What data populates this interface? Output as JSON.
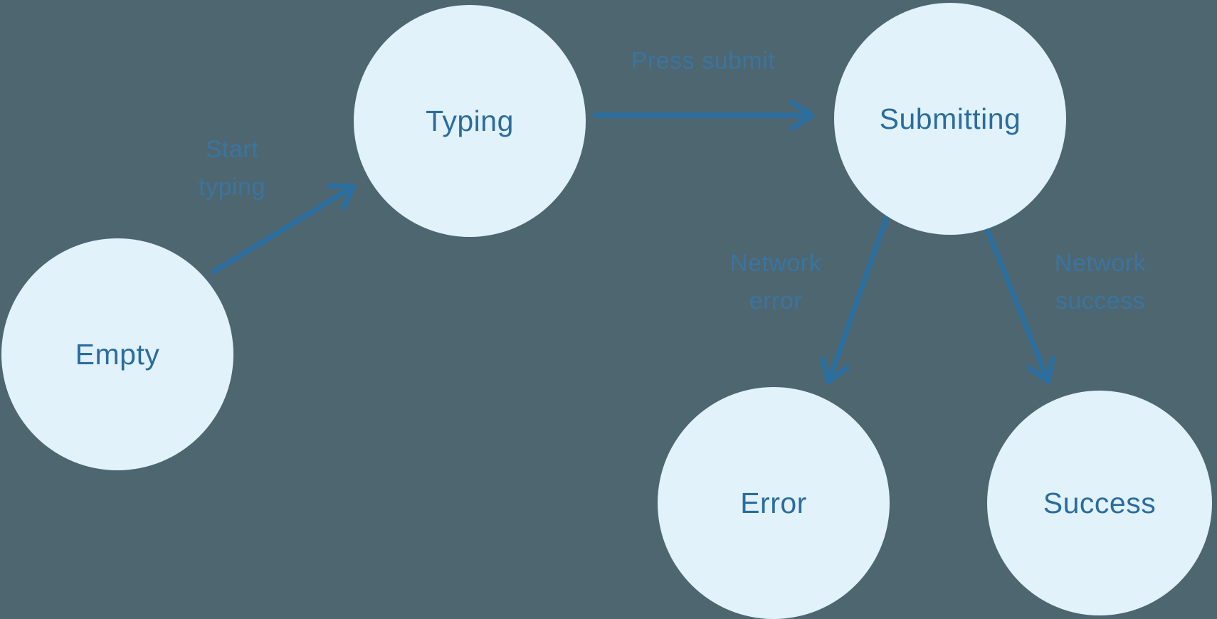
{
  "colors": {
    "background": "#4D6670",
    "node_fill": "#E1F2FB",
    "node_text": "#2B6C9D",
    "arrow": "#2B6FA1",
    "edge_label": "#3A76A3"
  },
  "diagram": {
    "type": "state-machine",
    "states": [
      {
        "id": "empty",
        "label": "Empty"
      },
      {
        "id": "typing",
        "label": "Typing"
      },
      {
        "id": "submitting",
        "label": "Submitting"
      },
      {
        "id": "error",
        "label": "Error"
      },
      {
        "id": "success",
        "label": "Success"
      }
    ],
    "transitions": [
      {
        "from": "Empty",
        "to": "Typing",
        "label": "Start typing",
        "label_lines": [
          "Start",
          "typing"
        ]
      },
      {
        "from": "Typing",
        "to": "Submitting",
        "label": "Press submit",
        "label_lines": [
          "Press submit"
        ]
      },
      {
        "from": "Submitting",
        "to": "Error",
        "label": "Network error",
        "label_lines": [
          "Network",
          "error"
        ]
      },
      {
        "from": "Submitting",
        "to": "Success",
        "label": "Network success",
        "label_lines": [
          "Network",
          "success"
        ]
      }
    ]
  }
}
